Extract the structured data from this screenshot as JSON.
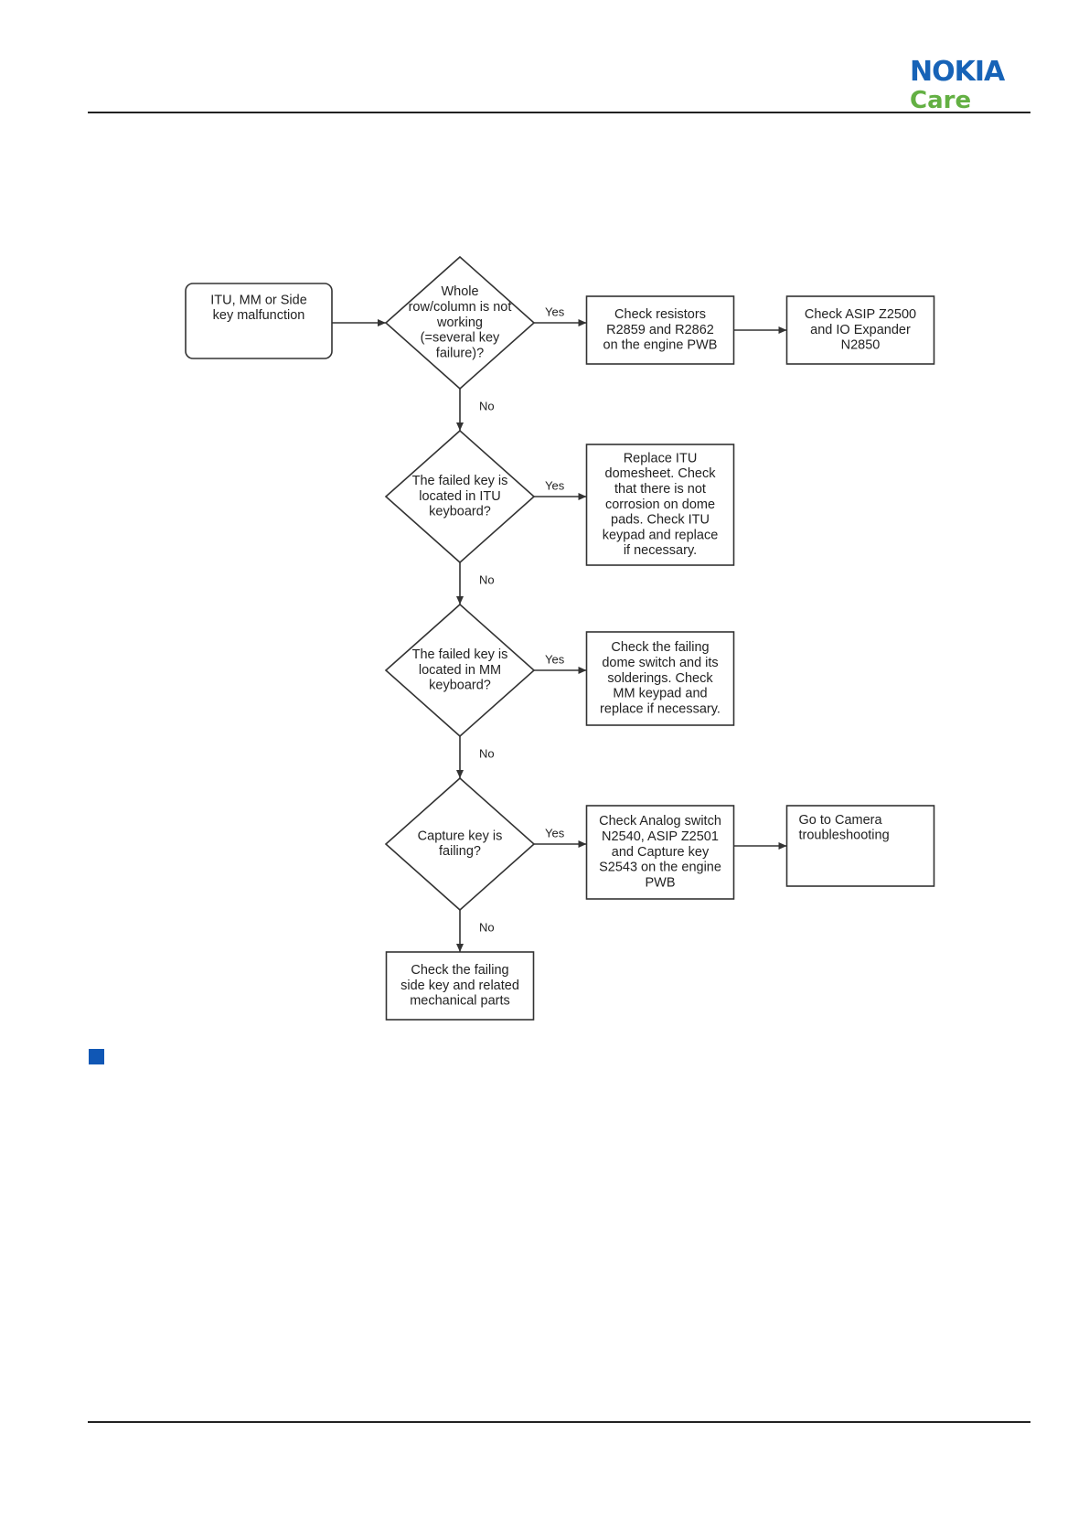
{
  "header": {
    "brand": "NOKIA",
    "sub_brand": "Care"
  },
  "colors": {
    "brand_blue": "#1763b7",
    "brand_green": "#63b043",
    "marker": "#1057b5",
    "line": "#333333"
  },
  "flowchart": {
    "nodes": {
      "start": {
        "shape": "rounded-rect",
        "lines": [
          "ITU, MM or Side",
          "key malfunction"
        ]
      },
      "d_row": {
        "shape": "diamond",
        "lines": [
          "Whole",
          "row/column is not",
          "working",
          "(=several key",
          "failure)?"
        ]
      },
      "resistors": {
        "shape": "rect",
        "lines": [
          "Check resistors",
          "R2859 and R2862",
          "on the engine PWB"
        ]
      },
      "asip": {
        "shape": "rect",
        "lines": [
          "Check ASIP Z2500",
          "and IO Expander",
          "N2850"
        ]
      },
      "d_itu": {
        "shape": "diamond",
        "lines": [
          "The failed key is",
          "located in ITU",
          "keyboard?"
        ]
      },
      "replace_itu": {
        "shape": "rect",
        "lines": [
          "Replace ITU",
          "domesheet. Check",
          "that there is not",
          "corrosion on dome",
          "pads. Check ITU",
          "keypad and replace",
          "if necessary."
        ]
      },
      "d_mm": {
        "shape": "diamond",
        "lines": [
          "The failed key is",
          "located in MM",
          "keyboard?"
        ]
      },
      "dome": {
        "shape": "rect",
        "lines": [
          "Check the failing",
          "dome switch and its",
          "solderings. Check",
          "MM keypad and",
          "replace if necessary."
        ]
      },
      "d_capture": {
        "shape": "diamond",
        "lines": [
          "Capture key is",
          "failing?"
        ]
      },
      "analog": {
        "shape": "rect",
        "lines": [
          "Check Analog switch",
          "N2540, ASIP Z2501",
          "and Capture key",
          "S2543 on the engine",
          "PWB"
        ]
      },
      "camera": {
        "shape": "rect",
        "lines": [
          "Go to Camera",
          "troubleshooting"
        ]
      },
      "side": {
        "shape": "rect",
        "lines": [
          "Check the failing",
          "side key and related",
          "mechanical parts"
        ]
      }
    },
    "edges": [
      {
        "from": "start",
        "to": "d_row",
        "label": ""
      },
      {
        "from": "d_row",
        "to": "resistors",
        "label": "Yes"
      },
      {
        "from": "resistors",
        "to": "asip",
        "label": ""
      },
      {
        "from": "d_row",
        "to": "d_itu",
        "label": "No"
      },
      {
        "from": "d_itu",
        "to": "replace_itu",
        "label": "Yes"
      },
      {
        "from": "d_itu",
        "to": "d_mm",
        "label": "No"
      },
      {
        "from": "d_mm",
        "to": "dome",
        "label": "Yes"
      },
      {
        "from": "d_mm",
        "to": "d_capture",
        "label": "No"
      },
      {
        "from": "d_capture",
        "to": "analog",
        "label": "Yes"
      },
      {
        "from": "analog",
        "to": "camera",
        "label": ""
      },
      {
        "from": "d_capture",
        "to": "side",
        "label": "No"
      }
    ]
  }
}
